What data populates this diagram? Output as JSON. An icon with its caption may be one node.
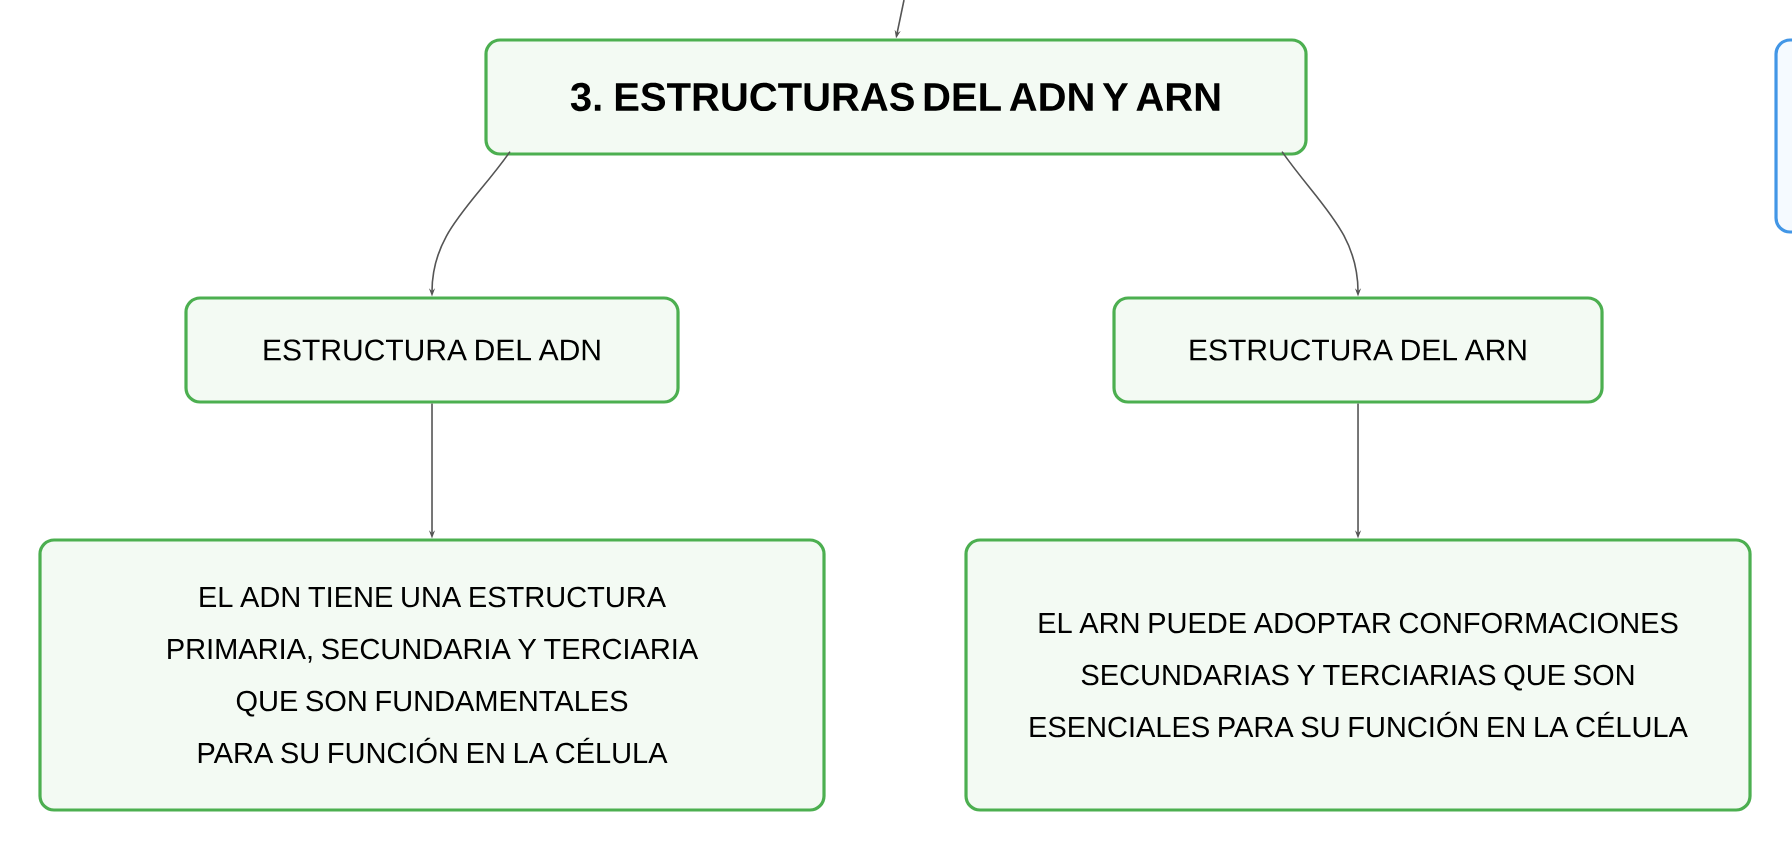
{
  "diagram": {
    "nodes": [
      {
        "text": [
          "3. ESTRUCTURAS DEL ADN Y ARN"
        ]
      },
      {
        "text": [
          "ESTRUCTURA DEL ADN"
        ]
      },
      {
        "text": [
          "ESTRUCTURA DEL ARN"
        ]
      },
      {
        "text": [
          "EL ADN TIENE UNA ESTRUCTURA PRIMARIA, SECUNDARIA Y TERCIARIA QUE SON FUNDAMENTALES PARA SU FUNCIÓN EN LA CÉLULA"
        ]
      },
      {
        "text": [
          "EL ARN PUEDE ADOPTAR CONFORMACIONES SECUNDARIAS Y TERCIARIAS QUE SON ESENCIALES PARA SU FUNCIÓN EN LA CÉLULA"
        ]
      },
      {
        "text": [],
        "shape": "box"
      }
    ],
    "edges": [
      {
        "from": null,
        "to": 0,
        "arrow": "to"
      },
      {
        "from": 0,
        "to": 1,
        "arrow": "to"
      },
      {
        "from": 0,
        "to": 2,
        "arrow": "to"
      },
      {
        "from": 1,
        "to": 3,
        "arrow": "to"
      },
      {
        "from": 2,
        "to": 4,
        "arrow": "to"
      }
    ]
  }
}
